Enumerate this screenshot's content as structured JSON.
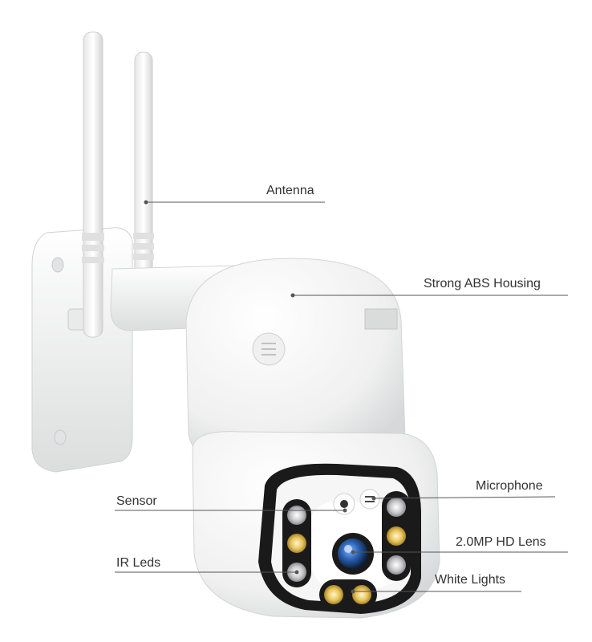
{
  "callouts": {
    "antenna": "Antenna",
    "housing": "Strong ABS Housing",
    "microphone": "Microphone",
    "sensor": "Sensor",
    "lens": "2.0MP HD Lens",
    "ir_leds": "IR Leds",
    "white_lights": "White Lights"
  },
  "colors": {
    "body": "#f4f4f4",
    "shadow": "#d9dbdc",
    "ring": "#1a1a1a",
    "ir_led": "#c9c9cc",
    "white_led": "#e8c45a",
    "lens": "#2a5fb0",
    "line": "#555555",
    "text": "#333333"
  }
}
